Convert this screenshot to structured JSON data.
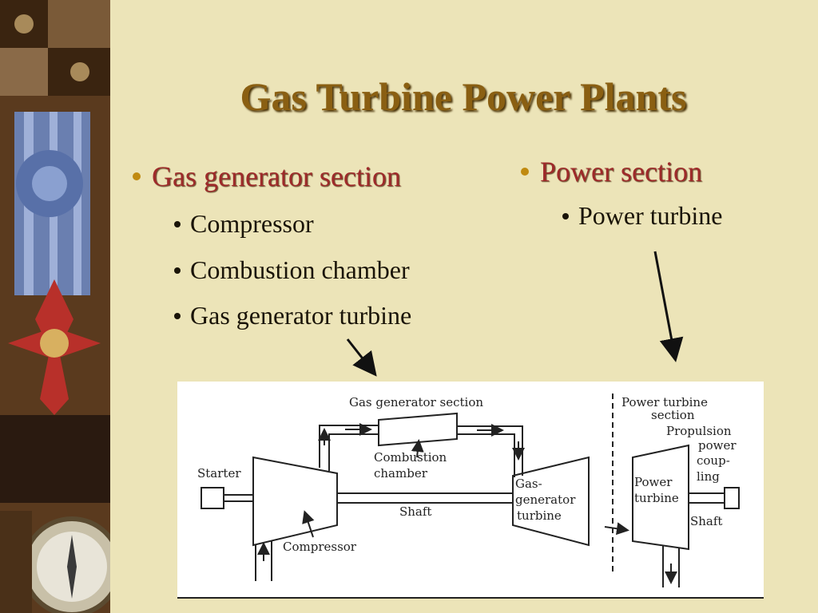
{
  "slide": {
    "title": "Gas Turbine Power Plants"
  },
  "left_column": {
    "heading": "Gas generator section",
    "items": [
      "Compressor",
      "Combustion chamber",
      "Gas generator turbine"
    ]
  },
  "right_column": {
    "heading": "Power section",
    "items": [
      "Power turbine"
    ]
  },
  "diagram": {
    "gas_generator_section": "Gas generator section",
    "power_turbine_section_line1": "Power turbine",
    "power_turbine_section_line2": "section",
    "propulsion_line1": "Propulsion",
    "propulsion_line2": "power",
    "propulsion_line3": "coup-",
    "propulsion_line4": "ling",
    "starter": "Starter",
    "combustion_line1": "Combustion",
    "combustion_line2": "chamber",
    "shaft_main": "Shaft",
    "shaft_output": "Shaft",
    "compressor": "Compressor",
    "ggt_line1": "Gas-",
    "ggt_line2": "generator",
    "ggt_line3": "turbine",
    "pt_line1": "Power",
    "pt_line2": "turbine"
  },
  "colors": {
    "background": "#ece4b8",
    "title": "#8a5f12",
    "heading": "#9e2a2a",
    "heading_bullet": "#c08a10",
    "body_text": "#1a1408"
  }
}
